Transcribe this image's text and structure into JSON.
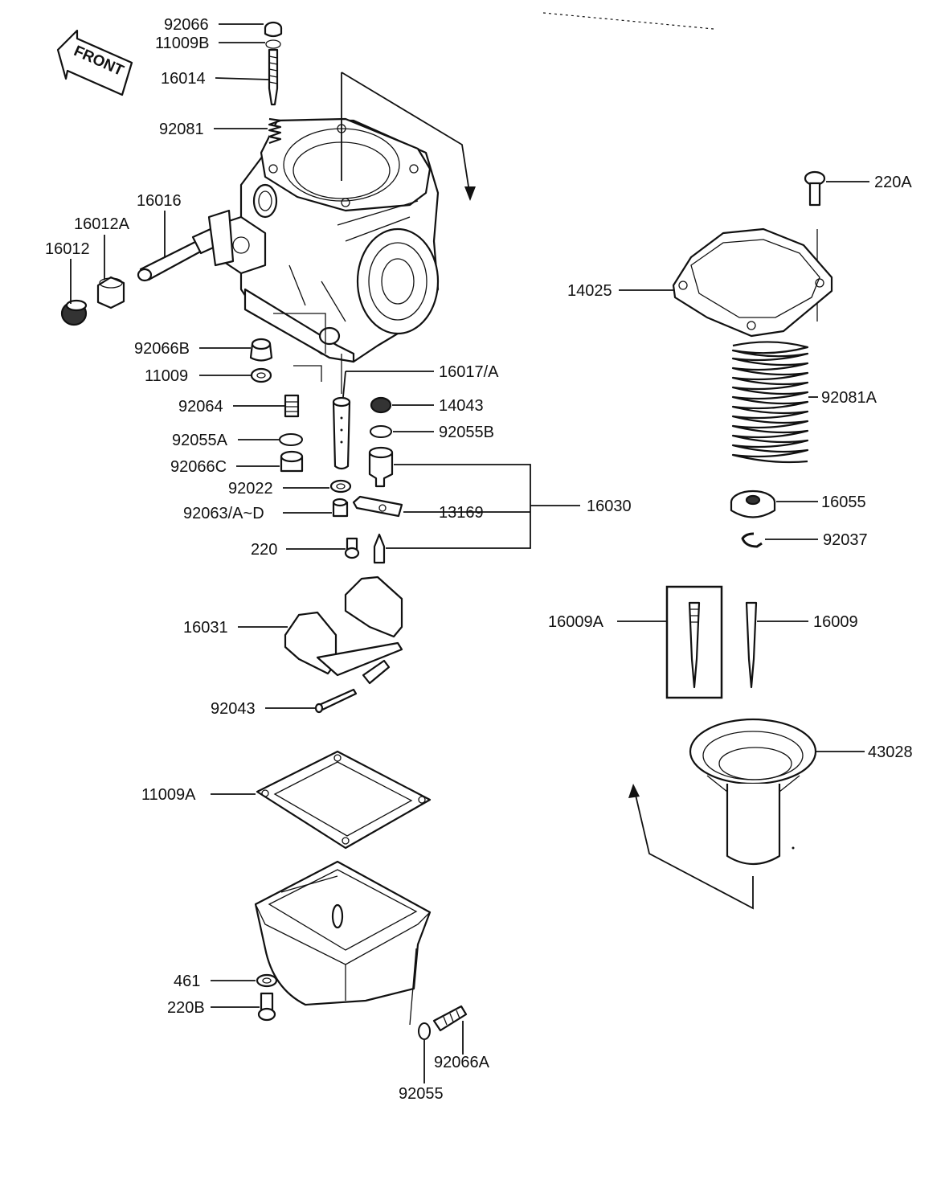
{
  "diagram": {
    "front_label": "FRONT",
    "labels": {
      "p92066": "92066",
      "p11009B": "11009B",
      "p16014": "16014",
      "p92081": "92081",
      "p16016": "16016",
      "p16012A": "16012A",
      "p16012": "16012",
      "p92066B": "92066B",
      "p11009": "11009",
      "p92064": "92064",
      "p92055A": "92055A",
      "p92066C": "92066C",
      "p92022": "92022",
      "p92063": "92063/A~D",
      "p220": "220",
      "p16017": "16017/A",
      "p14043": "14043",
      "p92055B": "92055B",
      "p13169": "13169",
      "p16030": "16030",
      "p16031": "16031",
      "p92043": "92043",
      "p11009A": "11009A",
      "p461": "461",
      "p220B": "220B",
      "p92066A": "92066A",
      "p92055": "92055",
      "p220A": "220A",
      "p14025": "14025",
      "p92081A": "92081A",
      "p16055": "16055",
      "p92037": "92037",
      "p16009A": "16009A",
      "p16009": "16009",
      "p43028": "43028"
    }
  }
}
